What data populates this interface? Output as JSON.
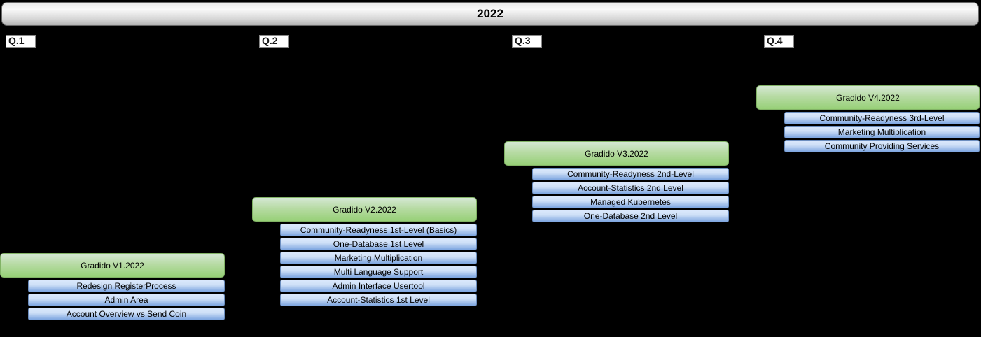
{
  "year_bar": {
    "title": "2022"
  },
  "quarters": [
    {
      "label": "Q.1",
      "release": "Gradido V1.2022",
      "items": [
        "Redesign RegisterProcess",
        "Admin Area",
        "Account Overview vs Send Coin"
      ]
    },
    {
      "label": "Q.2",
      "release": "Gradido V2.2022",
      "items": [
        "Community-Readyness 1st-Level (Basics)",
        "One-Database 1st Level",
        "Marketing Multiplication",
        "Multi Language Support",
        "Admin Interface Usertool",
        "Account-Statistics 1st Level"
      ]
    },
    {
      "label": "Q.3",
      "release": "Gradido V3.2022",
      "items": [
        "Community-Readyness 2nd-Level",
        "Account-Statistics 2nd Level",
        "Managed Kubernetes",
        "One-Database 2nd Level"
      ]
    },
    {
      "label": "Q.4",
      "release": "Gradido V4.2022",
      "items": [
        "Community-Readyness 3rd-Level",
        "Marketing Multiplication",
        "Community Providing Services"
      ]
    }
  ],
  "colors": {
    "background": "#000000",
    "year_bar_fill_top": "#f5f5f5",
    "year_bar_fill_bottom": "#b3b3b3",
    "year_bar_border": "#666666",
    "release_fill_top": "#d5e8d4",
    "release_fill_bottom": "#97d077",
    "release_border": "#82b366",
    "item_fill_top": "#dae8fc",
    "item_fill_bottom": "#7ea6e0",
    "item_border": "#6c8ebf",
    "quarter_label_bg": "#ffffff",
    "quarter_label_border": "#888888",
    "text": "#000000"
  }
}
